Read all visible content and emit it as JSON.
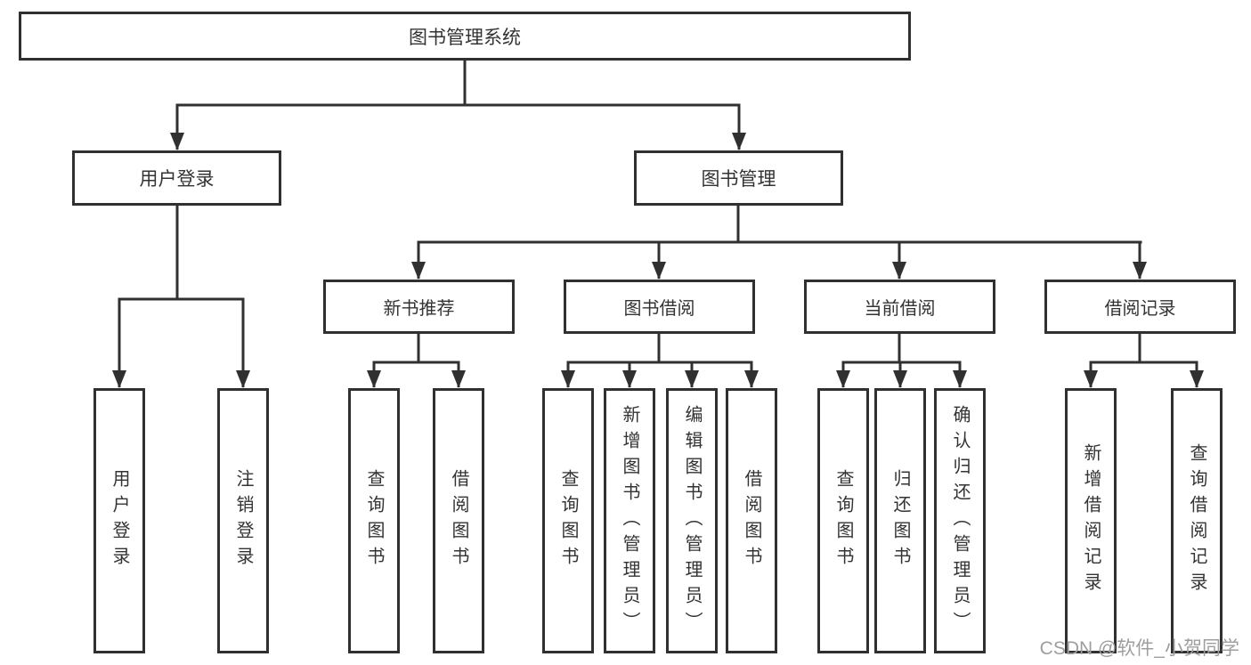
{
  "diagram": {
    "root": {
      "label": "图书管理系统",
      "children": [
        {
          "label": "用户登录",
          "children": [
            {
              "label": "用户登录"
            },
            {
              "label": "注销登录"
            }
          ]
        },
        {
          "label": "图书管理",
          "children": [
            {
              "label": "新书推荐",
              "children": [
                {
                  "label": "查询图书"
                },
                {
                  "label": "借阅图书"
                }
              ]
            },
            {
              "label": "图书借阅",
              "children": [
                {
                  "label": "查询图书"
                },
                {
                  "label": "新增图书（管理员）"
                },
                {
                  "label": "编辑图书（管理员）"
                },
                {
                  "label": "借阅图书"
                }
              ]
            },
            {
              "label": "当前借阅",
              "children": [
                {
                  "label": "查询图书"
                },
                {
                  "label": "归还图书"
                },
                {
                  "label": "确认归还（管理员）"
                }
              ]
            },
            {
              "label": "借阅记录",
              "children": [
                {
                  "label": "新增借阅记录"
                },
                {
                  "label": "查询借阅记录"
                }
              ]
            }
          ]
        }
      ]
    },
    "watermark": "CSDN @软件_小贺同学",
    "colors": {
      "line": "#303030",
      "text": "#333333",
      "watermark": "#9e9e9e",
      "background": "#ffffff"
    }
  }
}
